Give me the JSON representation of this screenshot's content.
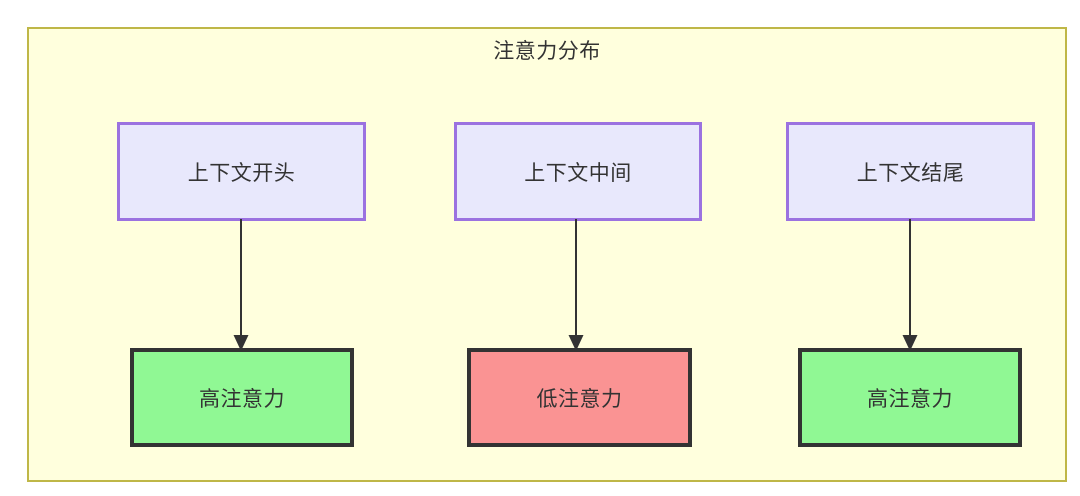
{
  "diagram": {
    "title": "注意力分布",
    "container": {
      "fill": "#ffffdd",
      "border_color": "#bfb747"
    },
    "context_nodes": [
      {
        "id": "ctx-start",
        "label": "上下文开头",
        "fill": "#e8e8fc",
        "border_color": "#9b72e0"
      },
      {
        "id": "ctx-middle",
        "label": "上下文中间",
        "fill": "#e8e8fc",
        "border_color": "#9b72e0"
      },
      {
        "id": "ctx-end",
        "label": "上下文结尾",
        "fill": "#e8e8fc",
        "border_color": "#9b72e0"
      }
    ],
    "attention_nodes": [
      {
        "id": "attn-high-start",
        "label": "高注意力",
        "fill": "#90f894",
        "border_color": "#333333"
      },
      {
        "id": "attn-low-middle",
        "label": "低注意力",
        "fill": "#fa9393",
        "border_color": "#333333"
      },
      {
        "id": "attn-high-end",
        "label": "高注意力",
        "fill": "#90f894",
        "border_color": "#333333"
      }
    ],
    "edges": [
      {
        "from": "ctx-start",
        "to": "attn-high-start",
        "label": "",
        "arrow": "down-arrow-icon",
        "color": "#333333"
      },
      {
        "from": "ctx-middle",
        "to": "attn-low-middle",
        "label": "",
        "arrow": "down-arrow-icon",
        "color": "#333333"
      },
      {
        "from": "ctx-end",
        "to": "attn-high-end",
        "label": "",
        "arrow": "down-arrow-icon",
        "color": "#333333"
      }
    ]
  }
}
